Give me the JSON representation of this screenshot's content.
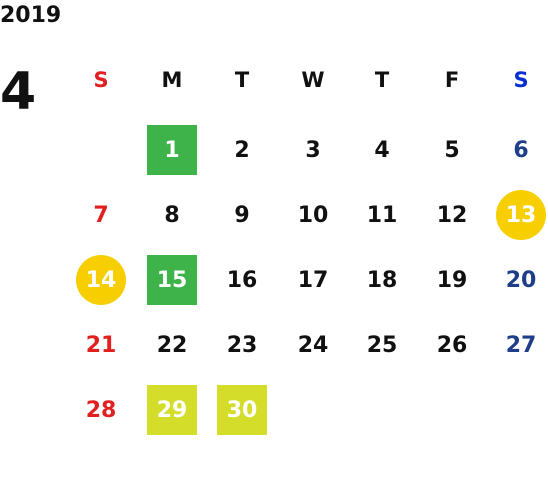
{
  "year": "2019",
  "month": "4",
  "weekdays": [
    "S",
    "M",
    "T",
    "W",
    "T",
    "F",
    "S"
  ],
  "weekday_colors": {
    "sunday": "#e02020",
    "saturday": "#0a2fd0",
    "weekday": "#111111"
  },
  "day_colors": {
    "sunday": "#e02020",
    "saturday": "#1e3e8a",
    "weekday": "#111111"
  },
  "highlight_colors": {
    "green": "#3db34a",
    "lime": "#d3dd2a",
    "yellow_circle": "#f7cf00"
  },
  "weeks": [
    [
      null,
      "1",
      "2",
      "3",
      "4",
      "5",
      "6"
    ],
    [
      "7",
      "8",
      "9",
      "10",
      "11",
      "12",
      "13"
    ],
    [
      "14",
      "15",
      "16",
      "17",
      "18",
      "19",
      "20"
    ],
    [
      "21",
      "22",
      "23",
      "24",
      "25",
      "26",
      "27"
    ],
    [
      "28",
      "29",
      "30",
      null,
      null,
      null,
      null
    ]
  ],
  "highlights": {
    "green": [
      "1",
      "15"
    ],
    "lime": [
      "29",
      "30"
    ],
    "yellow_circle": [
      "13",
      "14"
    ]
  }
}
